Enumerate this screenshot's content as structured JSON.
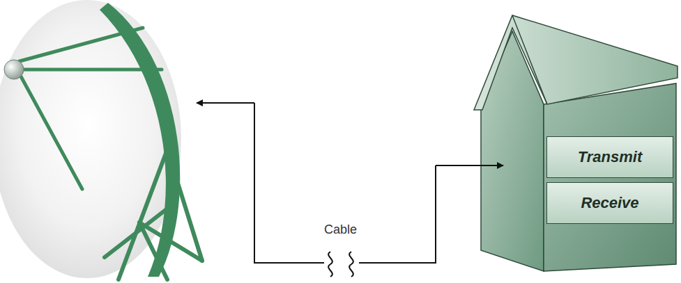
{
  "diagram": {
    "nodes": [
      {
        "text": [
          "Transmit"
        ]
      },
      {
        "text": [
          "Receive"
        ]
      }
    ],
    "labels": [
      "Cable"
    ]
  }
}
